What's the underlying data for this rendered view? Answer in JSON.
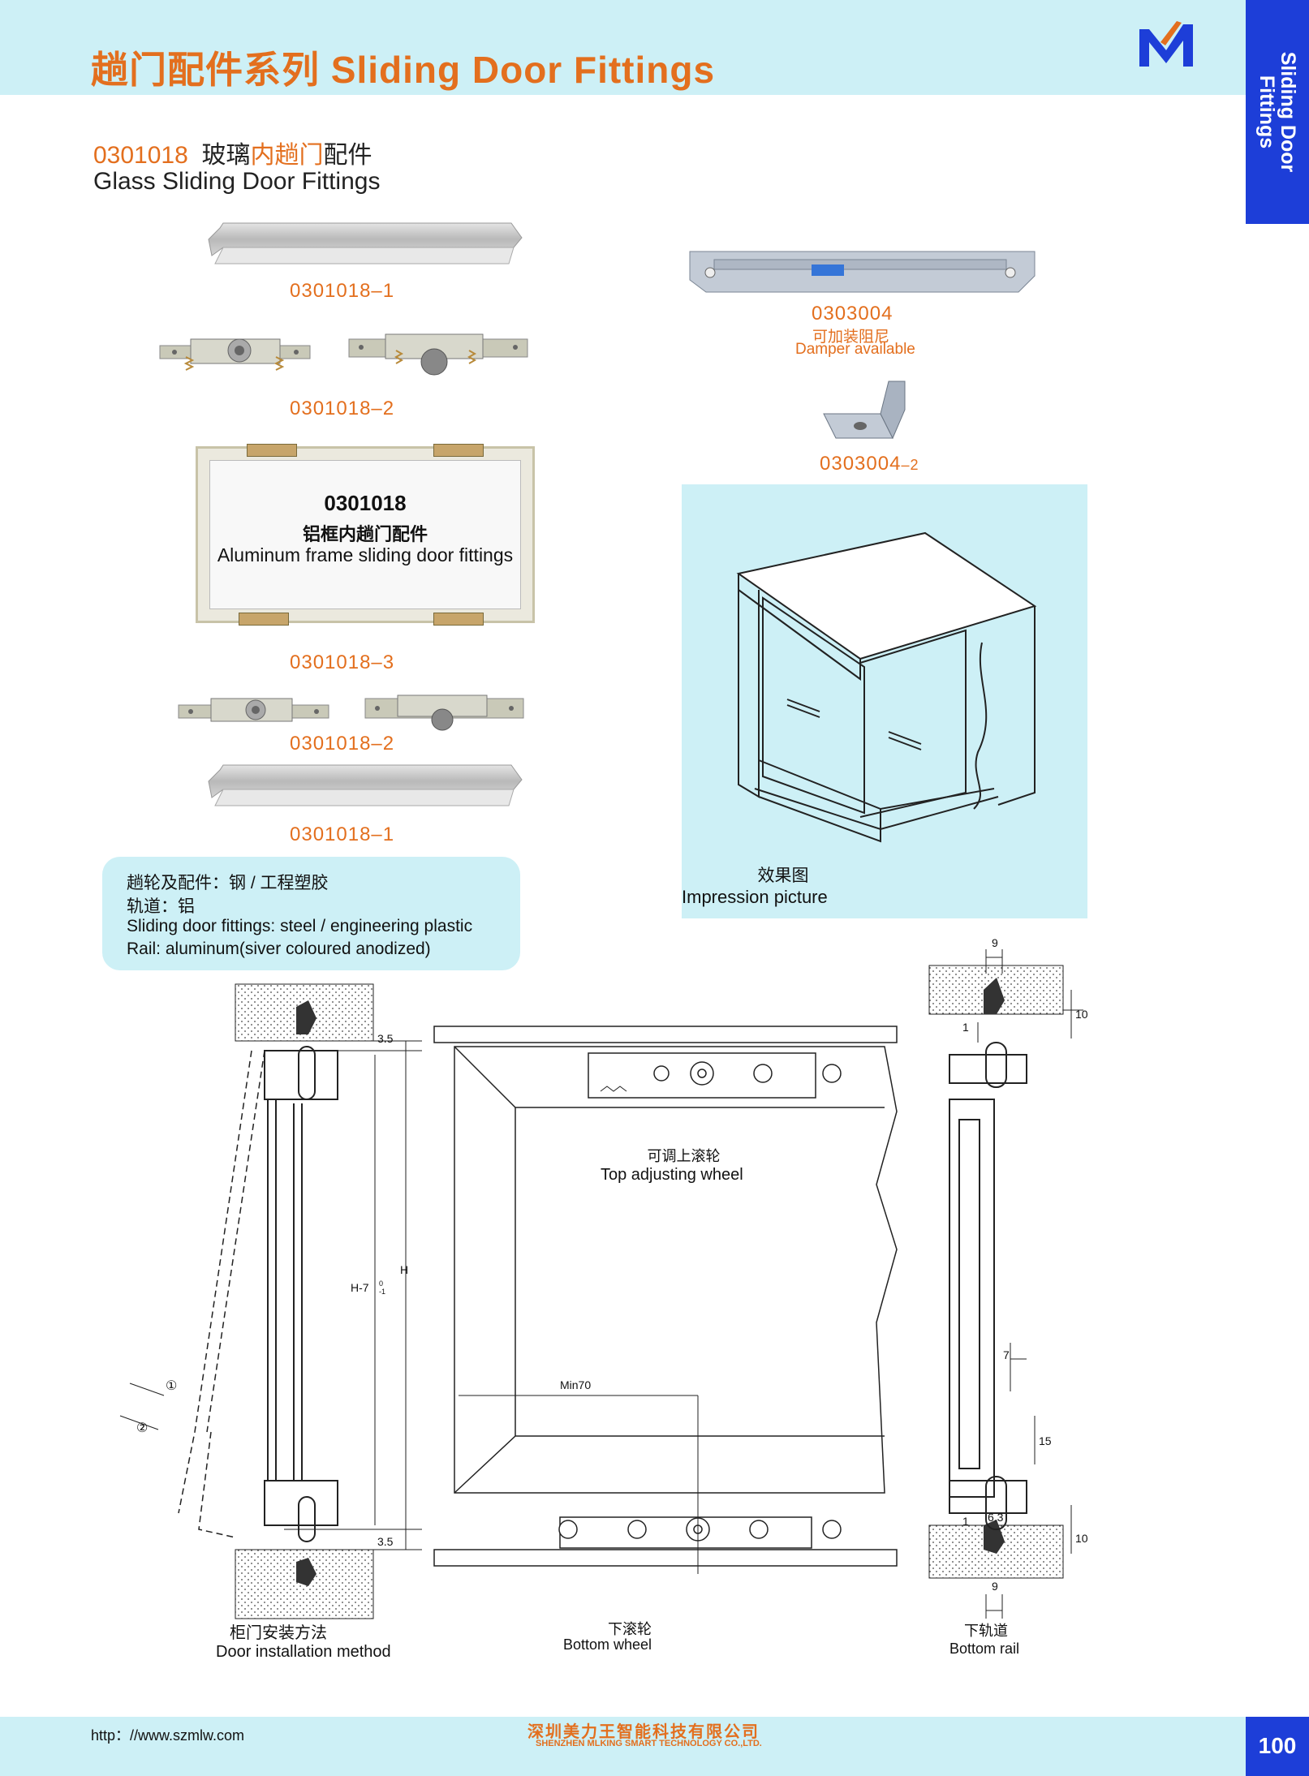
{
  "header": {
    "title": "趟门配件系列  Sliding Door Fittings",
    "side_tab": "Sliding Door Fittings",
    "logo_icon": "mlking-logo-icon"
  },
  "section": {
    "code": "0301018",
    "title_cn_prefix": "玻璃",
    "title_cn_highlight": "内趟门",
    "title_cn_suffix": "配件",
    "title_en": "Glass Sliding Door Fittings"
  },
  "parts": {
    "rail_top_label": "0301018–1",
    "rollers_top_label": "0301018–2",
    "frame_label": "0301018–3",
    "frame_code": "0301018",
    "frame_cn": "铝框内趟门配件",
    "frame_en": "Aluminum frame sliding door fittings",
    "rollers_bottom_label": "0301018–2",
    "rail_bottom_label": "0301018–1",
    "damper_label": "0303004",
    "damper_cn": "可加装阻尼",
    "damper_en": "Damper available",
    "bracket_label_main": "0303004",
    "bracket_label_suffix": "–2"
  },
  "impression": {
    "cn": "效果图",
    "en": "Impression picture"
  },
  "specs": {
    "line1": "趟轮及配件：钢 / 工程塑胶",
    "line2": "轨道：铝",
    "line3": "Sliding door fittings: steel / engineering plastic",
    "line4": "Rail: aluminum(siver coloured anodized)"
  },
  "drawings": {
    "install_cn": "柜门安装方法",
    "install_en": "Door installation method",
    "top_wheel_cn": "可调上滚轮",
    "top_wheel_en": "Top adjusting wheel",
    "bottom_wheel_cn": "下滚轮",
    "bottom_wheel_en": "Bottom wheel",
    "bottom_rail_cn": "下轨道",
    "bottom_rail_en": "Bottom rail",
    "dim_top_gap": "3.5",
    "dim_bottom_gap": "3.5",
    "dim_H": "H",
    "dim_inner": "H-7",
    "dim_inner_tol_top": "0",
    "dim_inner_tol_bot": "-1",
    "step1": "①",
    "step2": "②",
    "dim_min70": "Min70",
    "dim_9_top": "9",
    "dim_10_top": "10",
    "dim_1_top": "1",
    "dim_7": "7",
    "dim_15": "15",
    "dim_63": "6.3",
    "dim_1_bottom": "1",
    "dim_10_bottom": "10",
    "dim_9_bottom": "9"
  },
  "footer": {
    "url": "http：//www.szmlw.com",
    "company_cn": "深圳美力王智能科技有限公司",
    "company_en": "SHENZHEN MLKING SMART TECHNOLOGY CO.,LTD.",
    "page_number": "100"
  }
}
